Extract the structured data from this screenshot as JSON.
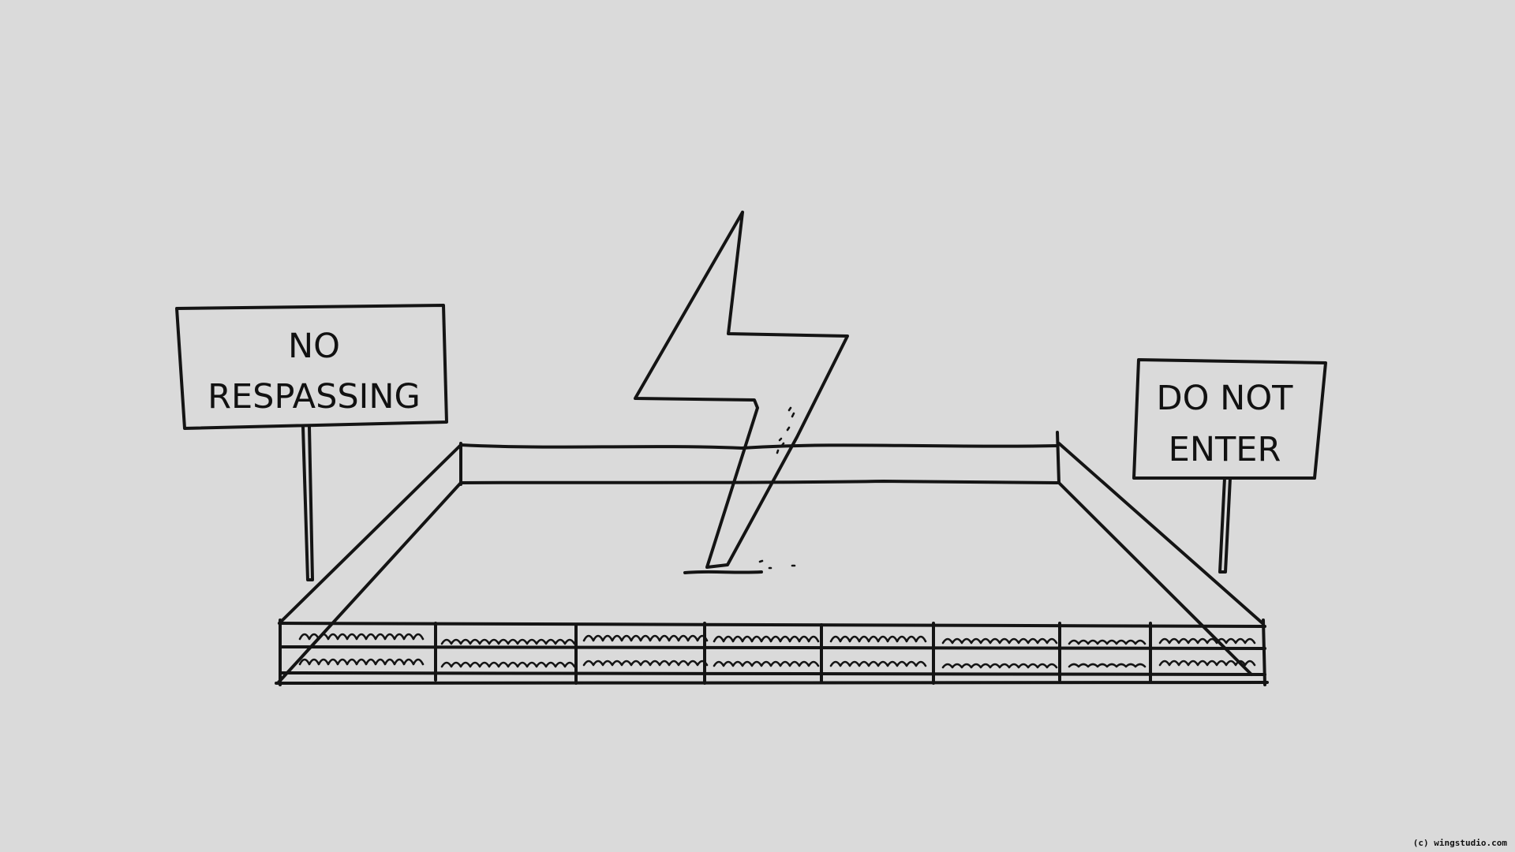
{
  "scene": {
    "background_color": "#dadada",
    "ink_color": "#141414"
  },
  "left_sign": {
    "line1": "NO",
    "line2": "RESPASSING"
  },
  "right_sign": {
    "line1": "DO NOT",
    "line2": "ENTER"
  },
  "credit": "(c) wingstudio.com"
}
